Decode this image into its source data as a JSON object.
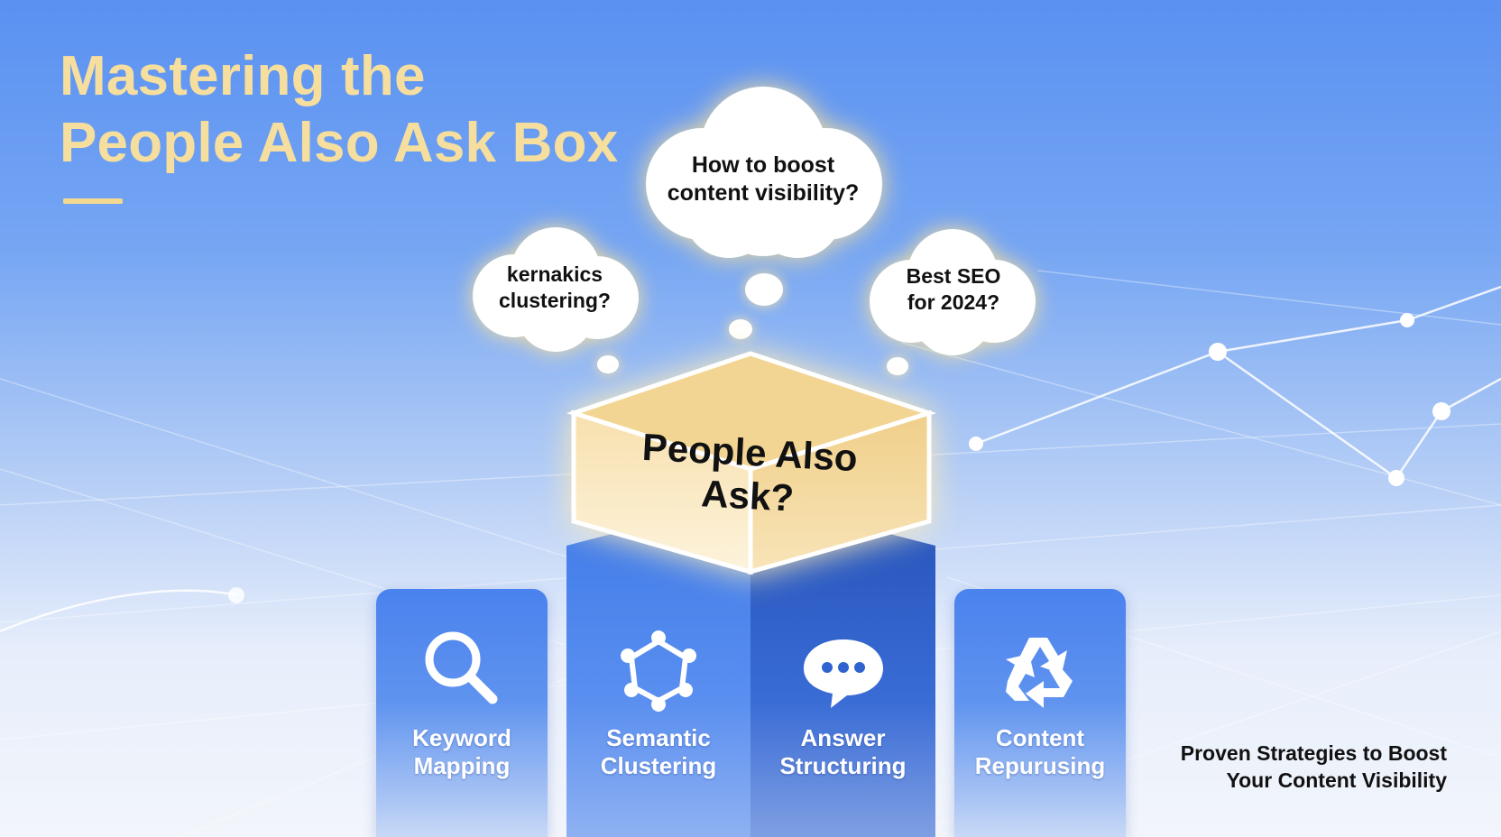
{
  "title": {
    "line1": "Mastering the",
    "line2": "People Also Ask Box"
  },
  "clouds": [
    {
      "line1": "How to boost",
      "line2": "content visibility?"
    },
    {
      "line1": "kernakics",
      "line2": "clustering?"
    },
    {
      "line1": "Best SEO",
      "line2": "for 2024?"
    }
  ],
  "box": {
    "label": "People Also Ask?"
  },
  "strategies": [
    {
      "icon": "search-icon",
      "line1": "Keyword",
      "line2": "Mapping"
    },
    {
      "icon": "network-icon",
      "line1": "Semantic",
      "line2": "Clustering"
    },
    {
      "icon": "chat-bubble-icon",
      "line1": "Answer",
      "line2": "Structuring"
    },
    {
      "icon": "recycle-icon",
      "line1": "Content",
      "line2": "Repurusing"
    }
  ],
  "tagline": {
    "line1": "Proven Strategies to Boost",
    "line2": "Your Content Visibility"
  },
  "colors": {
    "title": "#f6df9e",
    "column_blue": "#4a82ee",
    "box_gold": "#f3d48f"
  }
}
